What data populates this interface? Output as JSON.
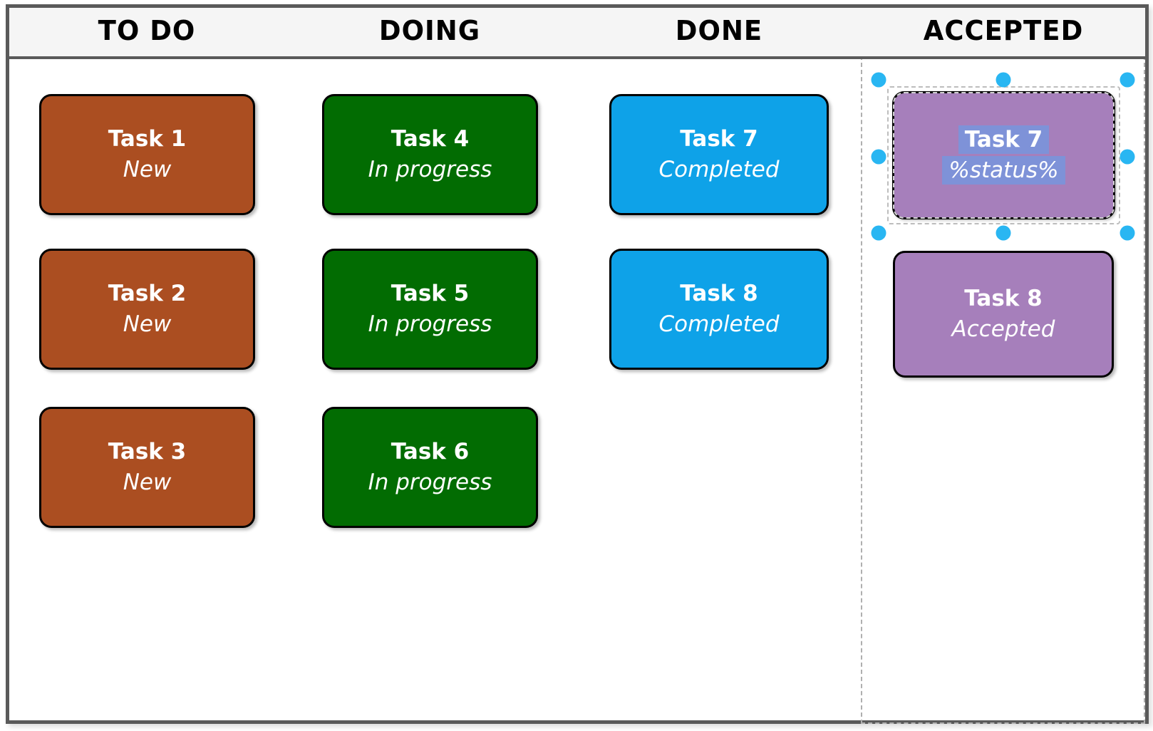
{
  "board": {
    "columns": [
      {
        "label": "TO DO"
      },
      {
        "label": "DOING"
      },
      {
        "label": "DONE"
      },
      {
        "label": "ACCEPTED"
      }
    ],
    "cards": [
      {
        "title": "Task 1",
        "status": "New",
        "column": "TO DO"
      },
      {
        "title": "Task 2",
        "status": "New",
        "column": "TO DO"
      },
      {
        "title": "Task 3",
        "status": "New",
        "column": "TO DO"
      },
      {
        "title": "Task 4",
        "status": "In progress",
        "column": "DOING"
      },
      {
        "title": "Task 5",
        "status": "In progress",
        "column": "DOING"
      },
      {
        "title": "Task 6",
        "status": "In progress",
        "column": "DOING"
      },
      {
        "title": "Task 7",
        "status": "Completed",
        "column": "DONE"
      },
      {
        "title": "Task 8",
        "status": "Completed",
        "column": "DONE"
      },
      {
        "title": "Task 7",
        "status": "%status%",
        "column": "ACCEPTED",
        "selected": true
      },
      {
        "title": "Task 8",
        "status": "Accepted",
        "column": "ACCEPTED"
      }
    ],
    "colors": {
      "todo_card": "#AB4E21",
      "doing_card": "#026C02",
      "done_card": "#0EA2E8",
      "accepted_card": "#A67FBB",
      "selection_handle": "#29B6F2",
      "text_highlight": "#7E92D8",
      "header_bg": "#F5F5F5",
      "frame_border": "#5A5A5A",
      "dropzone_border": "#AFAFAF",
      "card_text": "#FFFFFF"
    }
  }
}
